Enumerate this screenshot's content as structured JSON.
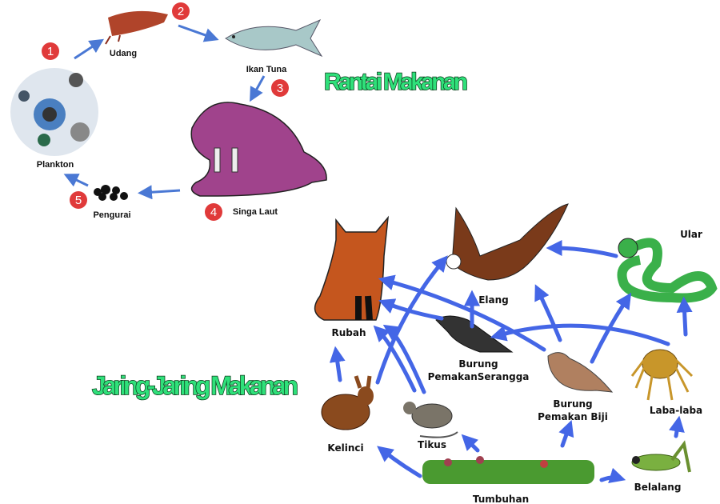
{
  "food_chain": {
    "title": "Rantai Makanan",
    "steps": [
      {
        "number": "1",
        "label": "Plankton"
      },
      {
        "number": "2",
        "label": "Udang"
      },
      {
        "number": "3",
        "label": "Ikan Tuna"
      },
      {
        "number": "4",
        "label": "Singa Laut"
      },
      {
        "number": "5",
        "label": "Pengurai"
      }
    ]
  },
  "food_web": {
    "title": "Jaring-Jaring Makanan",
    "nodes": {
      "ular": "Ular",
      "elang": "Elang",
      "rubah": "Rubah",
      "burung_serangga_1": "Burung",
      "burung_serangga_2": "PemakanSerangga",
      "burung_biji_1": "Burung",
      "burung_biji_2": "Pemakan Biji",
      "laba_laba": "Laba-laba",
      "kelinci": "Kelinci",
      "tikus": "Tikus",
      "tumbuhan": "Tumbuhan",
      "belalang": "Belalang"
    }
  },
  "colors": {
    "arrow": "#4466e6",
    "badge": "#e03a3a",
    "title": "#2fe07a"
  }
}
